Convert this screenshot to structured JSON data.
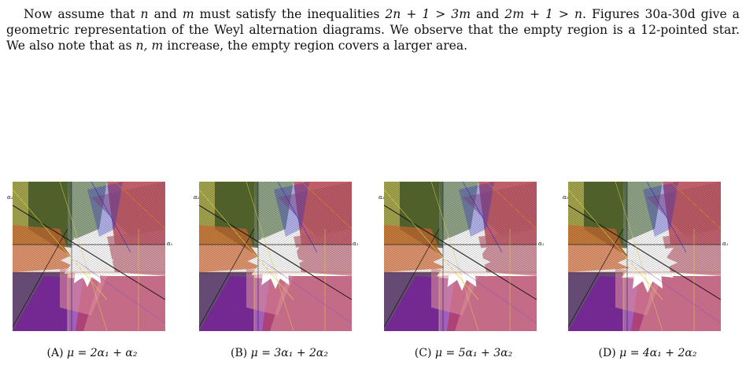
{
  "paragraph": {
    "text_before_ineq1": "Now assume that ",
    "var_n": "n",
    "and": " and ",
    "var_m": "m",
    "must_satisfy": " must satisfy the inequalities ",
    "ineq1": "2n + 1 > 3m",
    "and2": " and ",
    "ineq2": "2m + 1 > n",
    "rest_line1": ". Figures",
    "line2": "30a-30d give a geometric representation of the Weyl alternation diagrams. We observe that the",
    "line3_a": "empty region is a 12-pointed star. We also note that as ",
    "line3_nm": "n, m",
    "line3_b": " increase, the empty region covers a",
    "line4": "larger area."
  },
  "figures": [
    {
      "label": "(A)",
      "formula": "μ = 2α₁ + α₂",
      "alpha1": "α₁",
      "alpha2": "α₂"
    },
    {
      "label": "(B)",
      "formula": "μ = 3α₁ + 2α₂",
      "alpha1": "α₁",
      "alpha2": "α₂"
    },
    {
      "label": "(C)",
      "formula": "μ = 5α₁ + 3α₂",
      "alpha1": "α₁",
      "alpha2": "α₂"
    },
    {
      "label": "(D)",
      "formula": "μ = 4α₁ + 2α₂",
      "alpha1": "α₁",
      "alpha2": "α₂"
    }
  ],
  "colors": {
    "olive": "#8a8a10",
    "dark_green": "#2f4a1c",
    "red": "#c0303e",
    "purple": "#7a1aa0",
    "orange": "#d86a30",
    "pink": "#d88a9a",
    "blue": "#2a2ad0",
    "hatch": "#333333"
  }
}
